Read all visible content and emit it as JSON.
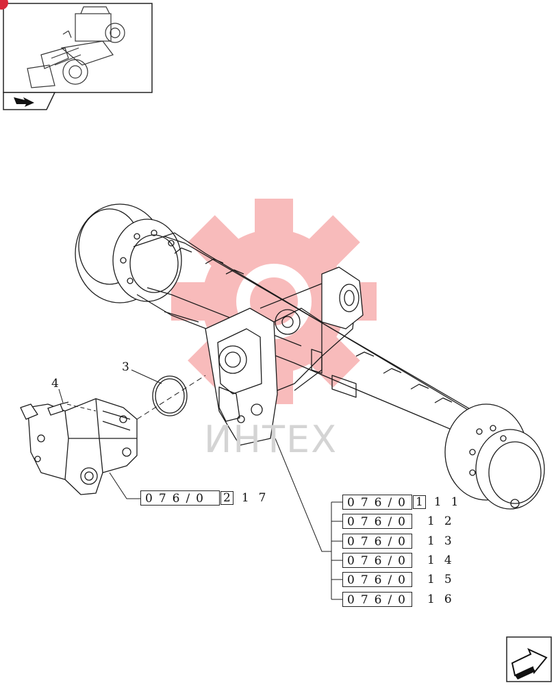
{
  "watermark": {
    "text": "ИНТЕХ",
    "color": "#f06a6a"
  },
  "nav": {
    "thumbnail_icon": "loader-thumbnail-icon",
    "arrow_icon": "nav-arrow-icon",
    "next_icon": "next-page-icon"
  },
  "callouts": [
    {
      "id": "3",
      "label": "3"
    },
    {
      "id": "4",
      "label": "4"
    }
  ],
  "motor_ref": {
    "code": "076/0",
    "box": "2",
    "num": "17"
  },
  "axle_refs": [
    {
      "code": "076/0",
      "box": "1",
      "num": "11"
    },
    {
      "code": "076/0",
      "box": "",
      "num": "12"
    },
    {
      "code": "076/0",
      "box": "",
      "num": "13"
    },
    {
      "code": "076/0",
      "box": "",
      "num": "14"
    },
    {
      "code": "076/0",
      "box": "",
      "num": "15"
    },
    {
      "code": "076/0",
      "box": "",
      "num": "16"
    }
  ],
  "colors": {
    "line": "#222222",
    "badge": "#d8283a"
  }
}
